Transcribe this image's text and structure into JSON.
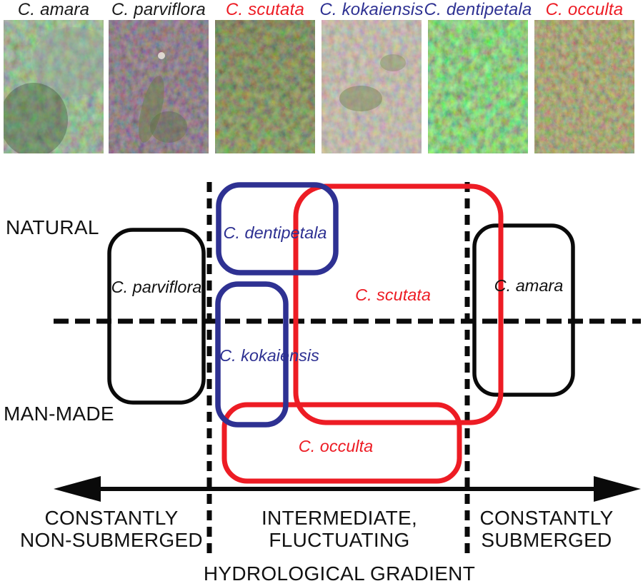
{
  "photo_panel": {
    "species": [
      {
        "name": "C. amara",
        "label_color": "black"
      },
      {
        "name": "C. parviflora",
        "label_color": "black"
      },
      {
        "name": "C. scutata",
        "label_color": "red"
      },
      {
        "name": "C. kokaiensis",
        "label_color": "blue"
      },
      {
        "name": "C. dentipetala",
        "label_color": "blue"
      },
      {
        "name": "C. occulta",
        "label_color": "red"
      }
    ]
  },
  "diagram": {
    "habitat_axis": {
      "top": "NATURAL",
      "bottom": "MAN-MADE"
    },
    "boxes": {
      "parviflora": {
        "label": "C. parviflora",
        "color": "black",
        "zone": "constantly non-submerged",
        "habitat": "natural and man-made"
      },
      "dentipetala": {
        "label": "C. dentipetala",
        "color": "blue",
        "zone": "intermediate, fluctuating",
        "habitat": "natural"
      },
      "kokaiensis": {
        "label": "C. kokaiensis",
        "color": "blue",
        "zone": "intermediate, fluctuating",
        "habitat": "natural and man-made"
      },
      "scutata": {
        "label": "C. scutata",
        "color": "red",
        "zone": "intermediate to constantly submerged",
        "habitat": "natural and man-made"
      },
      "occulta": {
        "label": "C. occulta",
        "color": "red",
        "zone": "intermediate, fluctuating",
        "habitat": "man-made"
      },
      "amara": {
        "label": "C. amara",
        "color": "black",
        "zone": "constantly submerged",
        "habitat": "natural and man-made"
      }
    },
    "hydro_axis": {
      "zones": [
        {
          "line1": "CONSTANTLY",
          "line2": "NON-SUBMERGED"
        },
        {
          "line1": "INTERMEDIATE,",
          "line2": "FLUCTUATING"
        },
        {
          "line1": "CONSTANTLY",
          "line2": "SUBMERGED"
        }
      ],
      "title": "HYDROLOGICAL GRADIENT"
    },
    "colors": {
      "red": "#ED1C24",
      "blue": "#2E3192",
      "black": "#000000"
    }
  }
}
